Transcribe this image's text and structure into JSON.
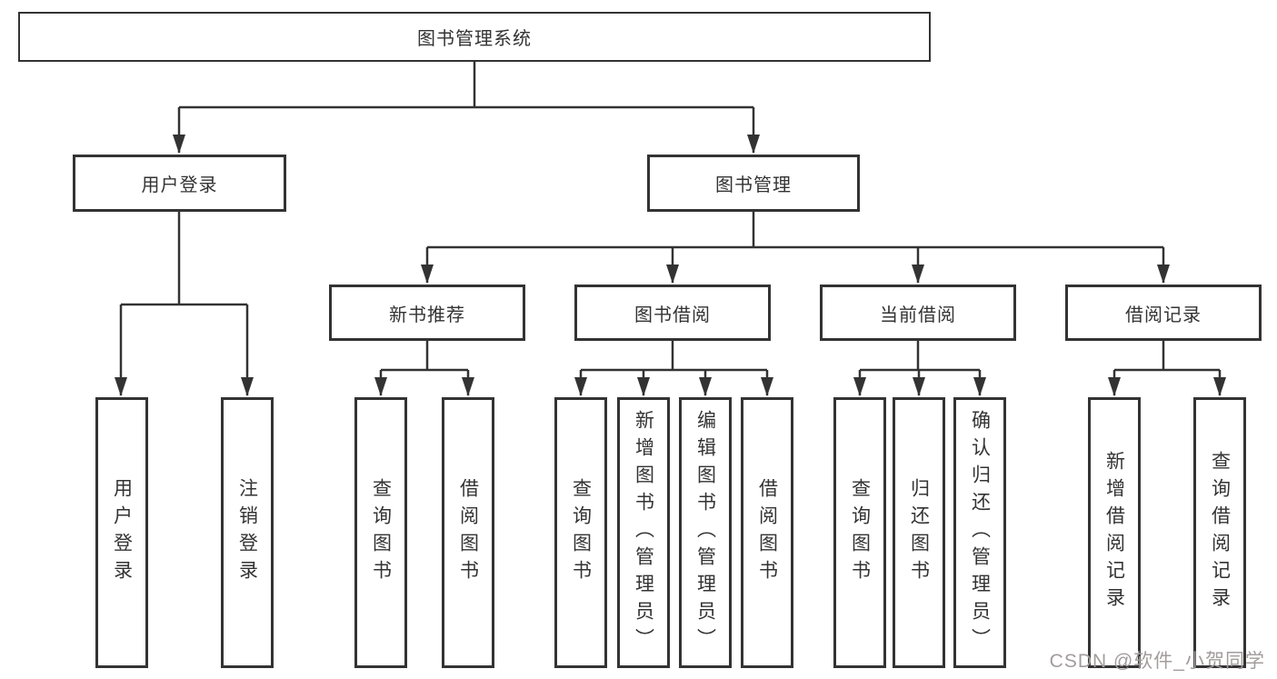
{
  "nodes": {
    "root": {
      "label": "图书管理系统"
    },
    "branches": [
      {
        "label": "用户登录",
        "children": [
          {
            "label": "用户登录"
          },
          {
            "label": "注销登录"
          }
        ]
      },
      {
        "label": "图书管理",
        "children": [
          {
            "label": "新书推荐",
            "children": [
              {
                "label": "查询图书"
              },
              {
                "label": "借阅图书"
              }
            ]
          },
          {
            "label": "图书借阅",
            "children": [
              {
                "label": "查询图书"
              },
              {
                "label": "新增图书（管理员）"
              },
              {
                "label": "编辑图书（管理员）"
              },
              {
                "label": "借阅图书"
              }
            ]
          },
          {
            "label": "当前借阅",
            "children": [
              {
                "label": "查询图书"
              },
              {
                "label": "归还图书"
              },
              {
                "label": "确认归还（管理员）"
              }
            ]
          },
          {
            "label": "借阅记录",
            "children": [
              {
                "label": "新增借阅记录"
              },
              {
                "label": "查询借阅记录"
              }
            ]
          }
        ]
      }
    ]
  },
  "watermark": {
    "text": "CSDN @软件_小贺同学"
  },
  "colors": {
    "line": "#333333",
    "text": "#333333",
    "box_background": "#ffffff",
    "watermark": "#a39c9c"
  }
}
